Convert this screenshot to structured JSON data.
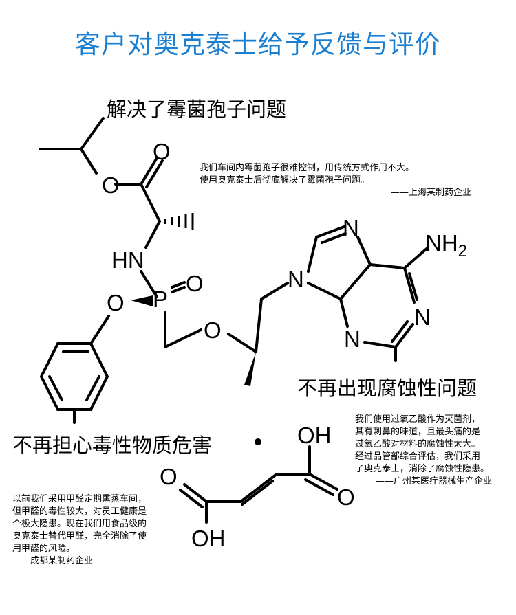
{
  "title": "客户对奥克泰士给予反馈与评价",
  "headings": {
    "h1": "解决了霉菌孢子问题",
    "h2": "不再出现腐蚀性问题",
    "h3": "不再担心毒性物质危害"
  },
  "testimonials": [
    {
      "lines": [
        "我们车间内霉菌孢子很难控制，用传统方式作用不大。",
        "使用奥克泰士后彻底解决了霉菌孢子问题。"
      ],
      "source": "——上海某制药企业"
    },
    {
      "lines": [
        "我们使用过氧乙酸作为灭菌剂，",
        "其有刺鼻的味道，且最头痛的是",
        "过氧乙酸对材料的腐蚀性太大。",
        "经过品管部综合评估，我们采用",
        "了奥克泰士，消除了腐蚀性隐患。"
      ],
      "source": "——广州某医疗器械生产企业"
    },
    {
      "lines": [
        "以前我们采用甲醛定期熏蒸车间，",
        "但甲醛的毒性较大，对员工健康是",
        "个极大隐患。现在我们用食品级的",
        "奥克泰士替代甲醛，完全消除了使",
        "用甲醛的风险。"
      ],
      "source": "——成都某制药企业"
    }
  ],
  "molecule_labels": {
    "o_ester": "O",
    "o_carbonyl": "O",
    "hn": "HN",
    "p": "P",
    "p_o": "O",
    "o_phenoxy": "O",
    "o_ether": "O",
    "n9": "N",
    "n7": "N",
    "nh2": "NH",
    "nh2_sub": "2",
    "n1": "N",
    "n3": "N",
    "oh_top": "OH",
    "o_right": "O",
    "o_left": "O",
    "oh_bottom": "OH"
  }
}
